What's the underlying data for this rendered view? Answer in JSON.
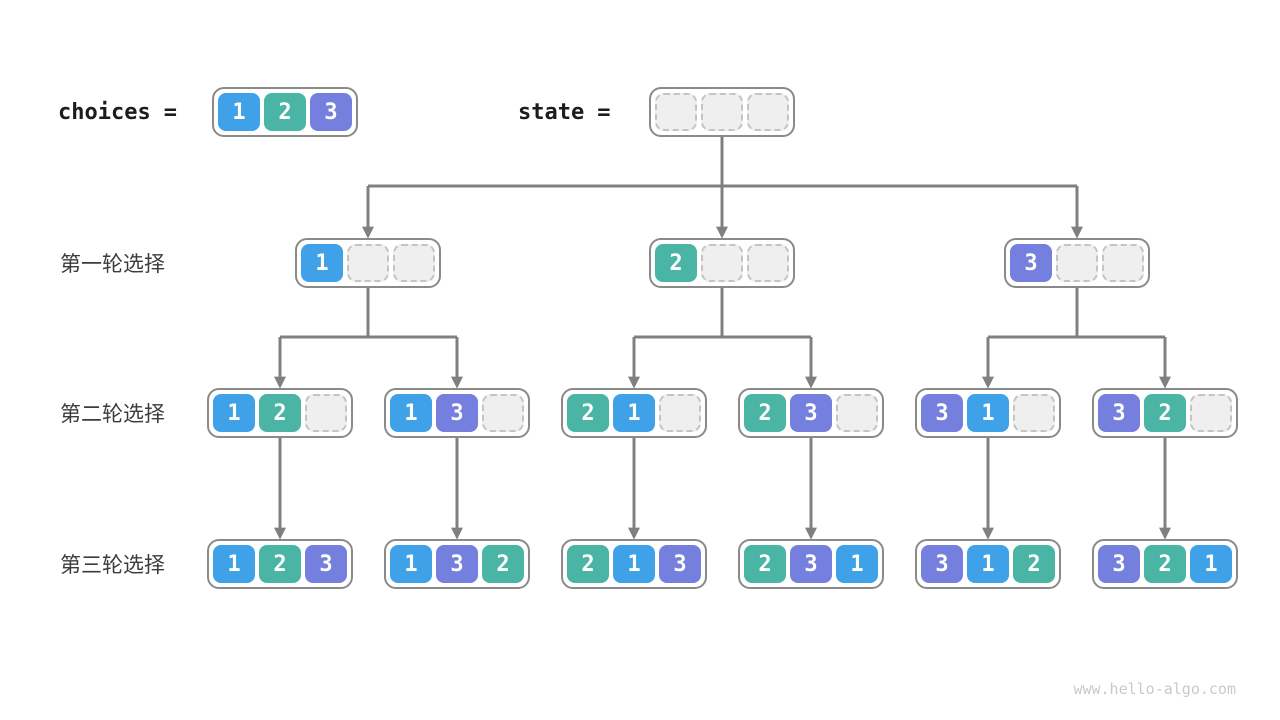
{
  "palette": {
    "c1": "#3FA2E9",
    "c2": "#4AB5A4",
    "c3": "#757FDE",
    "empty_fill": "#EFEFEF",
    "empty_border": "#C4C4C4",
    "box_border": "#8A8A8A",
    "connector": "#808080",
    "label_text": "#3C3C3C",
    "code_text": "#1C1C1C",
    "watermark_text": "#C9C9C9"
  },
  "legend": {
    "choices": {
      "label": "choices",
      "equals": "=",
      "cells": [
        "1",
        "2",
        "3"
      ]
    },
    "state": {
      "label": "state",
      "equals": "=",
      "cells": [
        "",
        "",
        ""
      ]
    }
  },
  "rounds": [
    {
      "label": "第一轮选择",
      "nodes": [
        [
          "1",
          "",
          ""
        ],
        [
          "2",
          "",
          ""
        ],
        [
          "3",
          "",
          ""
        ]
      ]
    },
    {
      "label": "第二轮选择",
      "nodes": [
        [
          "1",
          "2",
          ""
        ],
        [
          "1",
          "3",
          ""
        ],
        [
          "2",
          "1",
          ""
        ],
        [
          "2",
          "3",
          ""
        ],
        [
          "3",
          "1",
          ""
        ],
        [
          "3",
          "2",
          ""
        ]
      ]
    },
    {
      "label": "第三轮选择",
      "nodes": [
        [
          "1",
          "2",
          "3"
        ],
        [
          "1",
          "3",
          "2"
        ],
        [
          "2",
          "1",
          "3"
        ],
        [
          "2",
          "3",
          "1"
        ],
        [
          "3",
          "1",
          "2"
        ],
        [
          "3",
          "2",
          "1"
        ]
      ]
    }
  ],
  "watermark": "www.hello-algo.com"
}
